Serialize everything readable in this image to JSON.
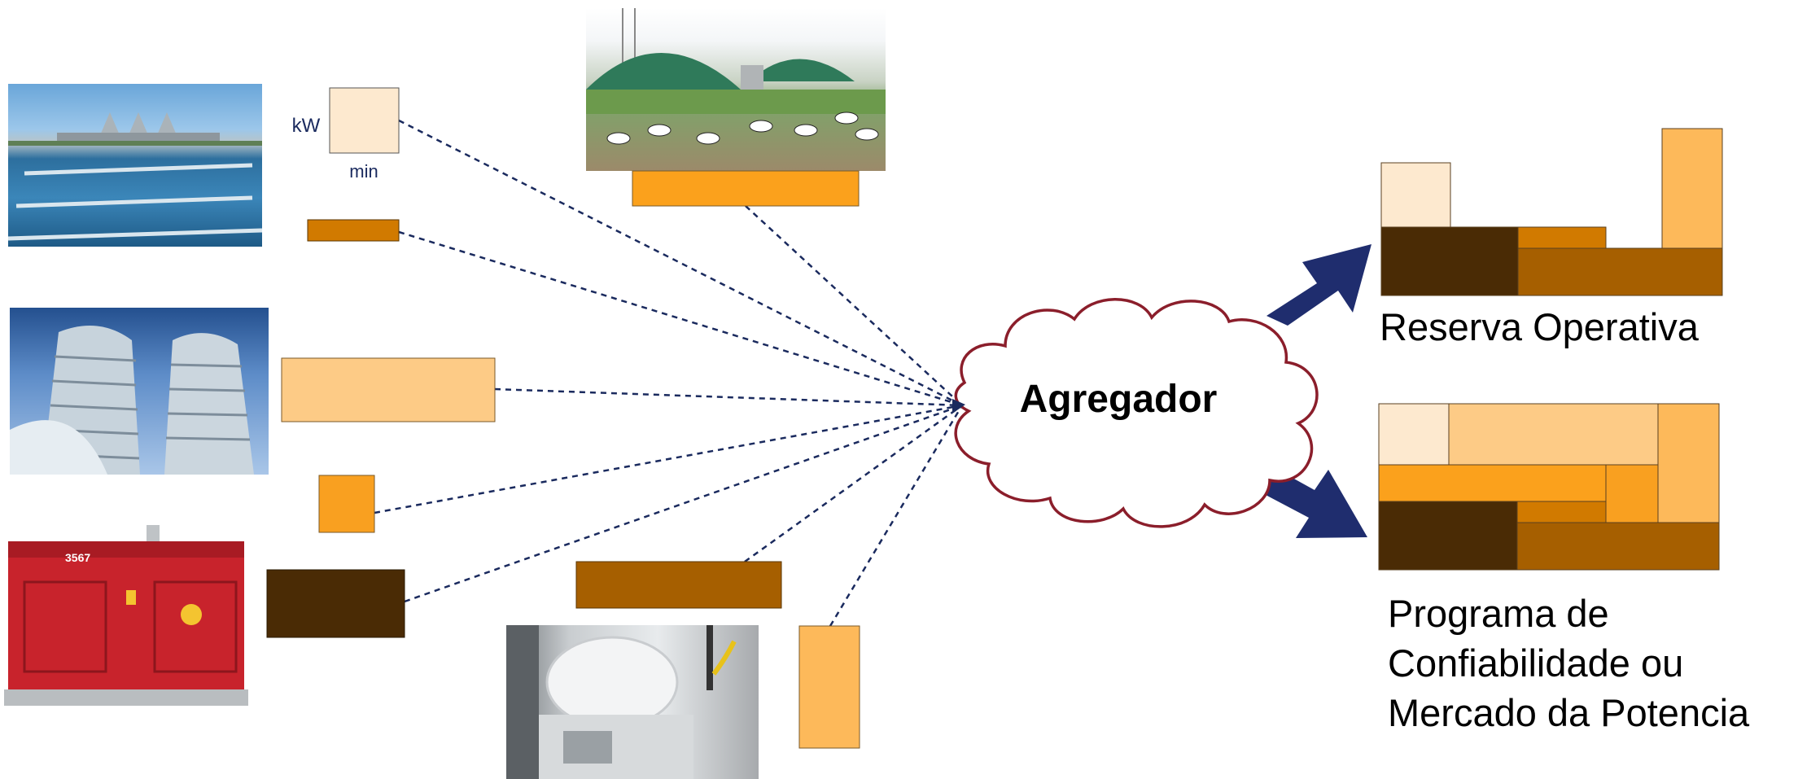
{
  "legend": {
    "unit_y": "kW",
    "unit_x": "min"
  },
  "aggregator": {
    "label": "Agregador"
  },
  "outputs": {
    "top_label": "Reserva Operativa",
    "bottom_lines": [
      "Programa de",
      "Confiabilidade ou",
      "Mercado da Potencia"
    ]
  },
  "sources": [
    {
      "name": "water-treatment-plant",
      "color": "#d17a00"
    },
    {
      "name": "office-building",
      "color": "#fdcb86"
    },
    {
      "name": "small-load",
      "color": "#f9a020"
    },
    {
      "name": "diesel-generator",
      "color": "#4a2b05"
    },
    {
      "name": "biogas-farm",
      "color": "#fba11c"
    },
    {
      "name": "paper-mill",
      "color": "#a65f00"
    },
    {
      "name": "industrial-process",
      "color": "#fdb95a"
    }
  ],
  "colors": {
    "link_line": "#1a2a5e",
    "arrow": "#1f2d6e",
    "cloud_stroke": "#8b1e2b",
    "legend_fill": "#fde9cf"
  }
}
